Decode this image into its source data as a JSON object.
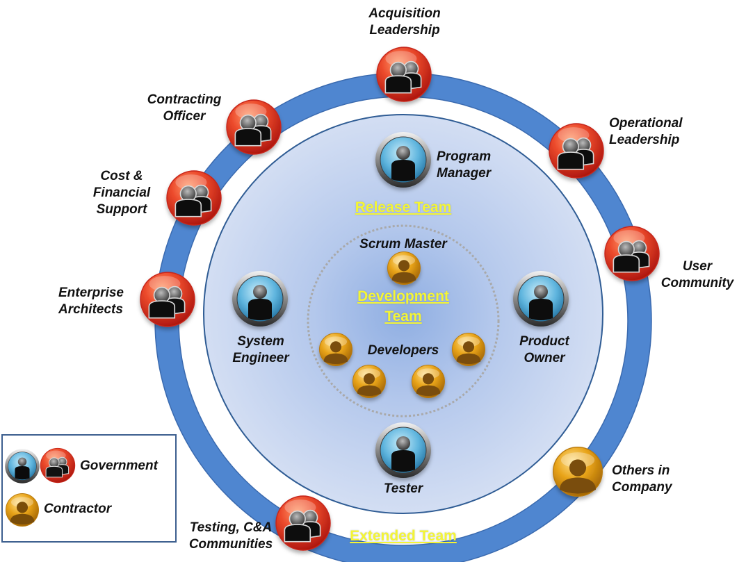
{
  "colors": {
    "outer_ring": "#4f86d0",
    "outer_ring_edge": "#3a6aaf",
    "release_fill": "#c9d7ef",
    "release_fill_center": "#8faee2",
    "team_label": "#f4f535",
    "government_red": "#e0392a",
    "government_blue": "#6cc0e4",
    "contractor_gold": "#e8a318",
    "legend_border": "#3d5f8f"
  },
  "teams": {
    "release": "Release Team",
    "development_line1": "Development",
    "development_line2": "Team",
    "extended": "Extended Team"
  },
  "extended_team": [
    {
      "id": "acquisition-leadership",
      "lines": [
        "Acquisition",
        "Leadership"
      ],
      "type": "government-group"
    },
    {
      "id": "operational-leadership",
      "lines": [
        "Operational",
        "Leadership"
      ],
      "type": "government-group"
    },
    {
      "id": "user-community",
      "lines": [
        "User",
        "Community"
      ],
      "type": "government-group"
    },
    {
      "id": "others-in-company",
      "lines": [
        "Others in",
        "Company"
      ],
      "type": "contractor"
    },
    {
      "id": "testing-ca-communities",
      "lines": [
        "Testing, C&A",
        "Communities"
      ],
      "type": "government-group"
    },
    {
      "id": "enterprise-architects",
      "lines": [
        "Enterprise",
        "Architects"
      ],
      "type": "government-group"
    },
    {
      "id": "cost-financial-support",
      "lines": [
        "Cost &",
        "Financial",
        "Support"
      ],
      "type": "government-group"
    },
    {
      "id": "contracting-officer",
      "lines": [
        "Contracting",
        "Officer"
      ],
      "type": "government-group"
    }
  ],
  "release_team": [
    {
      "id": "program-manager",
      "lines": [
        "Program",
        "Manager"
      ],
      "type": "government-person"
    },
    {
      "id": "system-engineer",
      "lines": [
        "System",
        "Engineer"
      ],
      "type": "government-person"
    },
    {
      "id": "product-owner",
      "lines": [
        "Product",
        "Owner"
      ],
      "type": "government-person"
    },
    {
      "id": "tester",
      "lines": [
        "Tester"
      ],
      "type": "government-person"
    }
  ],
  "development_team": {
    "scrum_master": "Scrum Master",
    "developers_label": "Developers",
    "developer_count": 4
  },
  "legend": {
    "government": "Government",
    "contractor": "Contractor"
  }
}
